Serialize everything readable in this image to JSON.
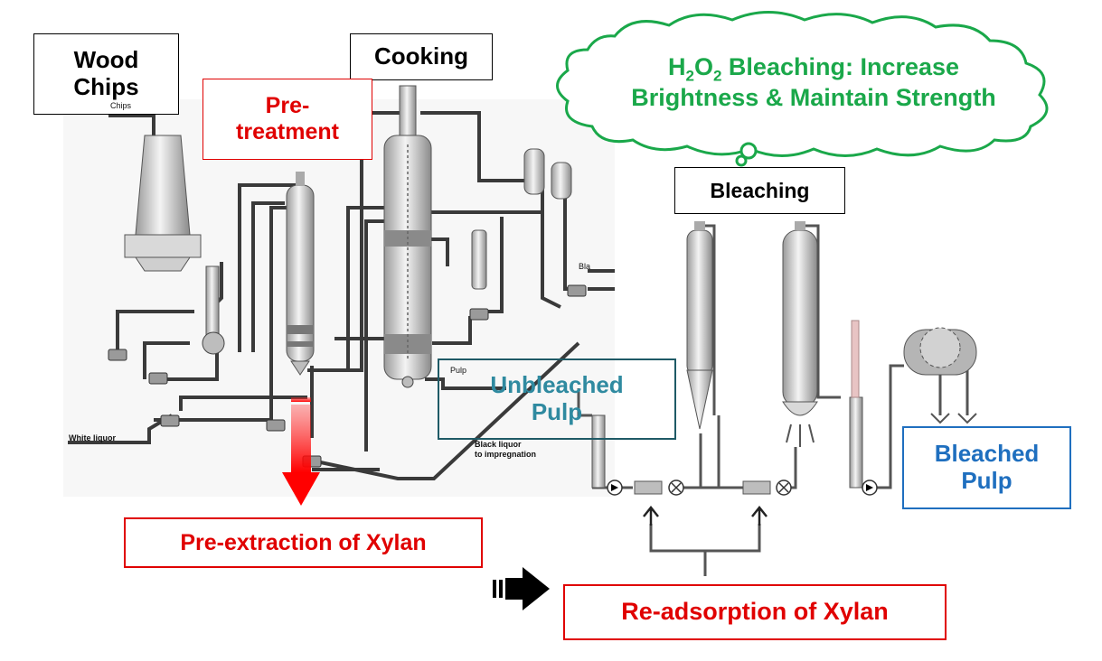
{
  "labels": {
    "wood_chips_line1": "Wood",
    "wood_chips_line2": "Chips",
    "cooking": "Cooking",
    "pretreatment_line1": "Pre-",
    "pretreatment_line2": "treatment",
    "cloud_h": "H",
    "cloud_sub2a": "2",
    "cloud_o": "O",
    "cloud_sub2b": "2",
    "cloud_line1_rest": " Bleaching: Increase",
    "cloud_line2": "Brightness & Maintain Strength",
    "bleaching": "Bleaching",
    "unbleached_line1": "Unbleached",
    "unbleached_line2": "Pulp",
    "bleached_line1": "Bleached",
    "bleached_line2": "Pulp",
    "pre_extraction": "Pre-extraction of Xylan",
    "re_adsorption": "Re-adsorption of Xylan"
  },
  "small_labels": {
    "chips": "Chips",
    "white_liquor": "White liquor",
    "pulp": "Pulp",
    "black_liquor_line1": "Black liquor",
    "black_liquor_line2": "to impregnation",
    "bla": "Bla"
  },
  "colors": {
    "red": "#e00000",
    "green": "#1aa84a",
    "teal_text": "#2f8aa0",
    "teal_border": "#1f5a66",
    "blue": "#1f6fbf",
    "pipe": "#3a3a3a",
    "vessel": "#c9c9c9"
  }
}
